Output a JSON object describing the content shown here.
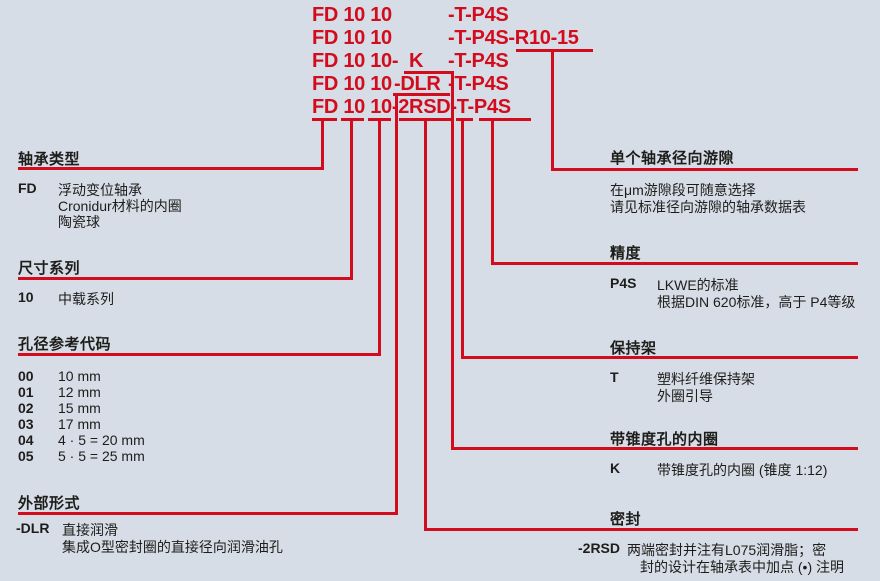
{
  "colors": {
    "background": "#d7dde6",
    "accent_red": "#d20c1c",
    "text": "#1d1d1b"
  },
  "designations": {
    "line1_prefix": "FD 10 10",
    "line1_suffix": "-T-P4S",
    "line2_prefix": "FD 10 10",
    "line2_suffix": "-T-P4S-R10-15",
    "line3_prefix": "FD 10 10-",
    "line3_code": "K",
    "line3_suffix": "-T-P4S",
    "line4_prefix": "FD 10 10",
    "line4_code": "-DLR",
    "line4_suffix": "-T-P4S",
    "line5_full": "FD 10 10-2RSD-T-P4S"
  },
  "left_sections": {
    "bearing_type": {
      "title": "轴承类型",
      "code": "FD",
      "line1": "浮动变位轴承",
      "line2": "Cronidur材料的内圈",
      "line3": "陶瓷球"
    },
    "dimension_series": {
      "title": "尺寸系列",
      "code": "10",
      "desc": "中载系列"
    },
    "bore_reference": {
      "title": "孔径参考代码",
      "rows": [
        [
          "00",
          "10 mm"
        ],
        [
          "01",
          "12 mm"
        ],
        [
          "02",
          "15 mm"
        ],
        [
          "03",
          "17 mm"
        ],
        [
          "04",
          "4 · 5 = 20 mm"
        ],
        [
          "05",
          "5 · 5 = 25 mm"
        ]
      ]
    },
    "external_design": {
      "title": "外部形式",
      "code": "-DLR",
      "line1": "直接润滑",
      "line2": "集成O型密封圈的直接径向润滑油孔"
    }
  },
  "right_sections": {
    "radial_clearance": {
      "title": "单个轴承径向游隙",
      "line1": "在μm游隙段可随意选择",
      "line2": "请见标准径向游隙的轴承数据表"
    },
    "accuracy": {
      "title": "精度",
      "code": "P4S",
      "line1": "LKWE的标准",
      "line2": "根据DIN 620标准，高于 P4等级"
    },
    "cage": {
      "title": "保持架",
      "code": "T",
      "line1": "塑料纤维保持架",
      "line2": "外圈引导"
    },
    "tapered_bore": {
      "title": "带锥度孔的内圈",
      "code": "K",
      "desc": "带锥度孔的内圈 (锥度 1:12)"
    },
    "seals": {
      "title": "密封",
      "code": "-2RSD",
      "line1": "两端密封并注有L075润滑脂；密",
      "line2": "封的设计在轴承表中加点 (•) 注明"
    }
  }
}
